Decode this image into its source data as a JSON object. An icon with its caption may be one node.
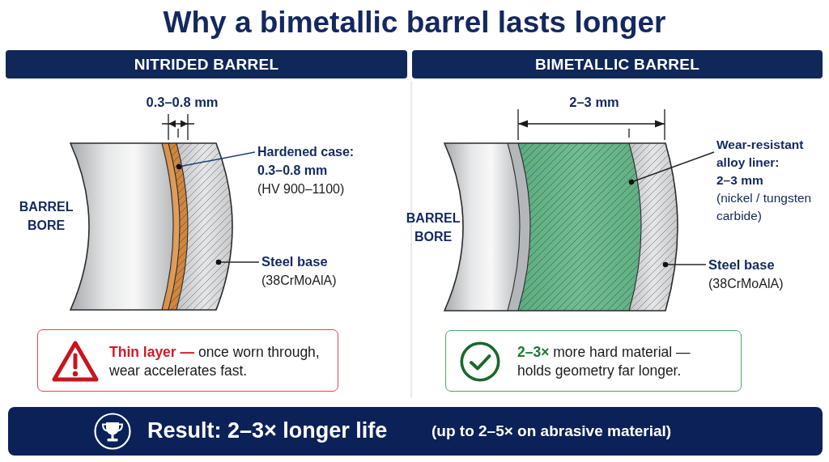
{
  "diagram": {
    "title": "Why a bimetallic barrel lasts longer",
    "nodes": [
      {
        "text": [
          "NITRIDED BARREL"
        ]
      },
      {
        "text": [
          "Hardened case:",
          "0.3–0.8 mm",
          "(HV 900–1100)"
        ]
      },
      {
        "text": [],
        "shape": "bar"
      },
      {
        "text": [
          "Steel base",
          "(38CrMoAlA)"
        ]
      },
      {
        "text": [],
        "shape": "bar"
      },
      {
        "text": [
          "**Thin layer —** once worn through, wear accelerates fast."
        ]
      },
      {
        "text": [
          "BIMETALLIC BARREL"
        ]
      },
      {
        "text": [
          "Wear-resistant alloy liner:",
          "2–3 mm",
          "(nickel / tungsten carbide)"
        ]
      },
      {
        "text": [],
        "shape": "bar"
      },
      {
        "text": [
          "Steel base",
          "(38CrMoAlA)"
        ]
      },
      {
        "text": [],
        "shape": "bar"
      },
      {
        "text": [
          "**2–3×** more hard material — holds geometry far longer."
        ]
      },
      {
        "text": [
          "Result: 2–3× longer life",
          "(up to 2–5× on abrasive material)"
        ]
      }
    ],
    "edges": [
      {
        "from": 1,
        "to": 2,
        "arrow": "other",
        "color": "#1f3c7c"
      },
      {
        "from": 3,
        "to": 4,
        "arrow": "other"
      },
      {
        "from": 7,
        "to": 8,
        "arrow": "other"
      },
      {
        "from": 9,
        "to": 10,
        "arrow": "other"
      }
    ],
    "labels": [
      "0.3–0.8 mm",
      "BARREL BORE",
      "2–3 mm",
      "BARREL BORE"
    ]
  }
}
